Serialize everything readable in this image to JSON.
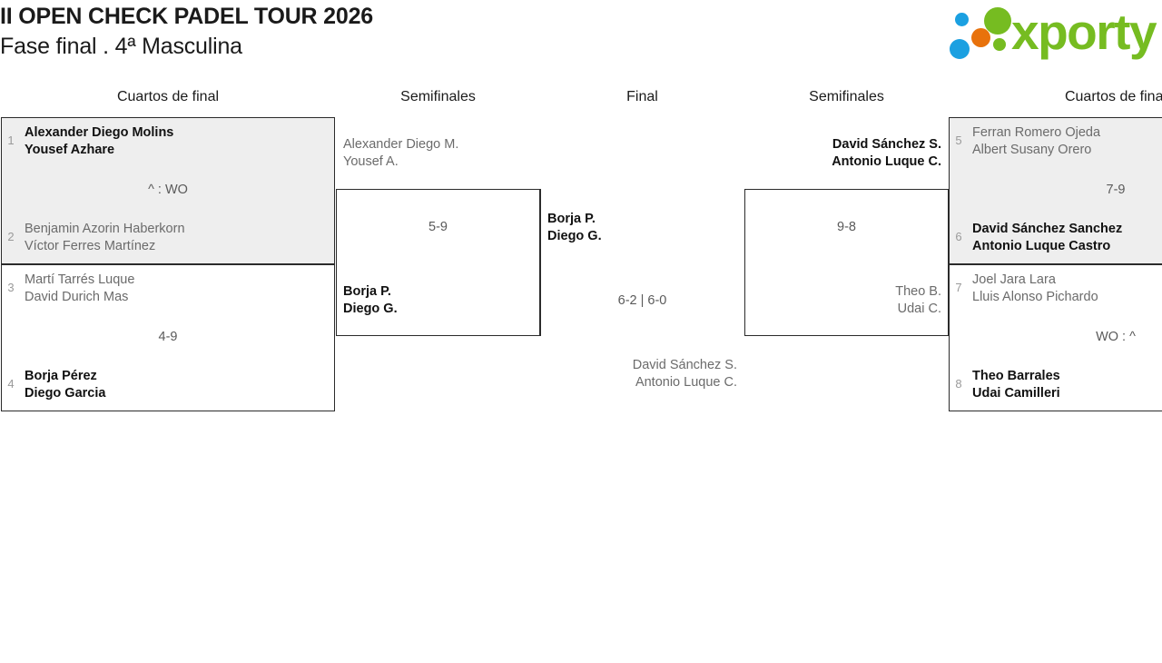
{
  "header": {
    "tournament_title": "II OPEN CHECK PADEL TOUR 2026",
    "phase_title": "Fase final . 4ª Masculina",
    "logo": {
      "wordmark": "xporty",
      "dot_colors": {
        "blue": "#1ba0e1",
        "orange": "#e8720c",
        "green": "#76bc21"
      },
      "wordmark_color": "#76bc21"
    }
  },
  "rounds": {
    "left_quarterfinals_label": "Cuartos de final",
    "left_semifinals_label": "Semifinales",
    "final_label": "Final",
    "right_semifinals_label": "Semifinales",
    "right_quarterfinals_label": "Cuartos de final"
  },
  "bracket": {
    "left_quarterfinals": [
      {
        "shaded": true,
        "top": {
          "seed": "1",
          "player1": "Alexander Diego Molins",
          "player2": "Yousef Azhare",
          "status": "winner"
        },
        "bottom": {
          "seed": "2",
          "player1": "Benjamin Azorin Haberkorn",
          "player2": "Víctor Ferres Martínez",
          "status": "loser"
        },
        "score": "^ : WO"
      },
      {
        "shaded": false,
        "top": {
          "seed": "3",
          "player1": "Martí Tarrés Luque",
          "player2": "David Durich Mas",
          "status": "loser"
        },
        "bottom": {
          "seed": "4",
          "player1": "Borja Pérez",
          "player2": "Diego Garcia",
          "status": "winner"
        },
        "score": "4-9"
      }
    ],
    "left_semifinal": {
      "top": {
        "player1": "Alexander Diego M.",
        "player2": "Yousef A.",
        "status": "loser"
      },
      "bottom": {
        "player1": "Borja P.",
        "player2": "Diego G.",
        "status": "winner"
      },
      "score": "5-9"
    },
    "final": {
      "top": {
        "player1": "Borja P.",
        "player2": "Diego G.",
        "status": "winner"
      },
      "bottom": {
        "player1": "David Sánchez S.",
        "player2": "Antonio Luque C.",
        "status": "loser"
      },
      "score": "6-2 | 6-0"
    },
    "right_semifinal": {
      "top": {
        "player1": "David Sánchez S.",
        "player2": "Antonio Luque C.",
        "status": "winner"
      },
      "bottom": {
        "player1": "Theo B.",
        "player2": "Udai C.",
        "status": "loser"
      },
      "score": "9-8"
    },
    "right_quarterfinals": [
      {
        "shaded": true,
        "top": {
          "seed": "5",
          "player1": "Ferran Romero Ojeda",
          "player2": "Albert Susany Orero",
          "status": "loser"
        },
        "bottom": {
          "seed": "6",
          "player1": "David Sánchez Sanchez",
          "player2": "Antonio Luque Castro",
          "status": "winner"
        },
        "score": "7-9"
      },
      {
        "shaded": false,
        "top": {
          "seed": "7",
          "player1": "Joel Jara Lara",
          "player2": "Lluis Alonso Pichardo",
          "status": "loser"
        },
        "bottom": {
          "seed": "8",
          "player1": "Theo Barrales",
          "player2": "Udai Camilleri",
          "status": "winner"
        },
        "score": "WO : ^"
      }
    ]
  }
}
